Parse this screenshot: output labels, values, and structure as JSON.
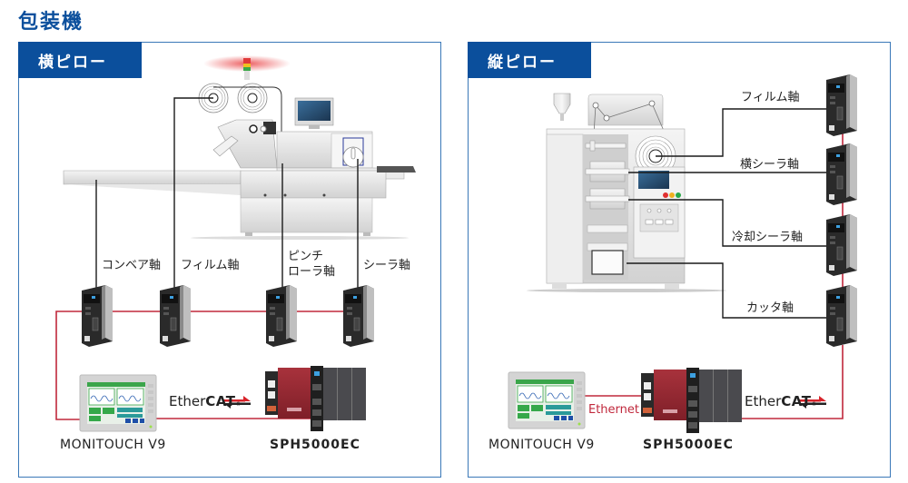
{
  "page_title": "包装機",
  "colors": {
    "brand_blue": "#0b4f9c",
    "panel_border": "#3a78b8",
    "ethercat_line": "#c0283c",
    "signal_line": "#1a1a1a"
  },
  "left_panel": {
    "tab_label": "横ピロー",
    "axes": [
      {
        "label": "コンベア軸"
      },
      {
        "label": "フィルム軸"
      },
      {
        "label_line1": "ピンチ",
        "label_line2": "ローラ軸"
      },
      {
        "label": "シーラ軸"
      }
    ],
    "hmi_label": "MONITOUCH V9",
    "plc_label": "SPH5000EC",
    "network_logo": {
      "prefix": "Ether",
      "suffix": "CAT",
      "mark": "®"
    }
  },
  "right_panel": {
    "tab_label": "縦ピロー",
    "axes": [
      {
        "label": "フィルム軸"
      },
      {
        "label": "横シーラ軸"
      },
      {
        "label": "冷却シーラ軸"
      },
      {
        "label": "カッタ軸"
      }
    ],
    "hmi_label": "MONITOUCH V9",
    "plc_label": "SPH5000EC",
    "hmi_link_label": "Ethernet",
    "network_logo": {
      "prefix": "Ether",
      "suffix": "CAT",
      "mark": "®"
    }
  }
}
